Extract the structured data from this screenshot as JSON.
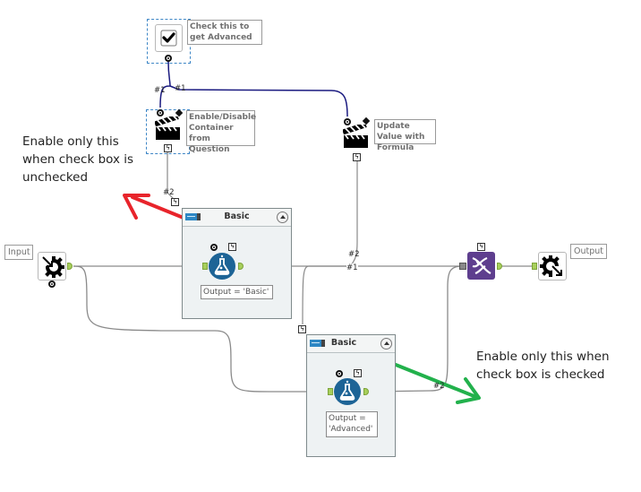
{
  "canvas": {
    "title": "Alteryx workflow canvas"
  },
  "tools": {
    "checkbox": {
      "icon": "checkbox-checked-icon",
      "annotation": "Check this to get Advanced"
    },
    "action_container": {
      "icon": "clapperboard-icon",
      "annotation": "Enable/Disable Container from Question"
    },
    "action_formula": {
      "icon": "clapperboard-icon",
      "annotation": "Update Value with Formula"
    },
    "input": {
      "icon": "macro-input-icon",
      "annotation": "Input"
    },
    "output": {
      "icon": "macro-output-icon",
      "annotation": "Output"
    },
    "union": {
      "icon": "union-dna-icon"
    }
  },
  "containers": [
    {
      "title": "Basic",
      "formula_text": "Output = 'Basic'"
    },
    {
      "title": "Basic",
      "formula_text": "Output = 'Advanced'"
    }
  ],
  "connections": {
    "labels": [
      "#1",
      "#1",
      "#2",
      "#2",
      "#1",
      "#2"
    ]
  },
  "annotations": {
    "red_note": "Enable only this when check box is unchecked",
    "green_note": "Enable only this when check box is checked",
    "red_color": "#e8242b",
    "green_color": "#22b14c"
  },
  "colors": {
    "anchor_green": "#a7cf5b",
    "flask_blue": "#1d6496",
    "union_purple": "#5e3e8e",
    "question_wire": "#1a1a80"
  }
}
